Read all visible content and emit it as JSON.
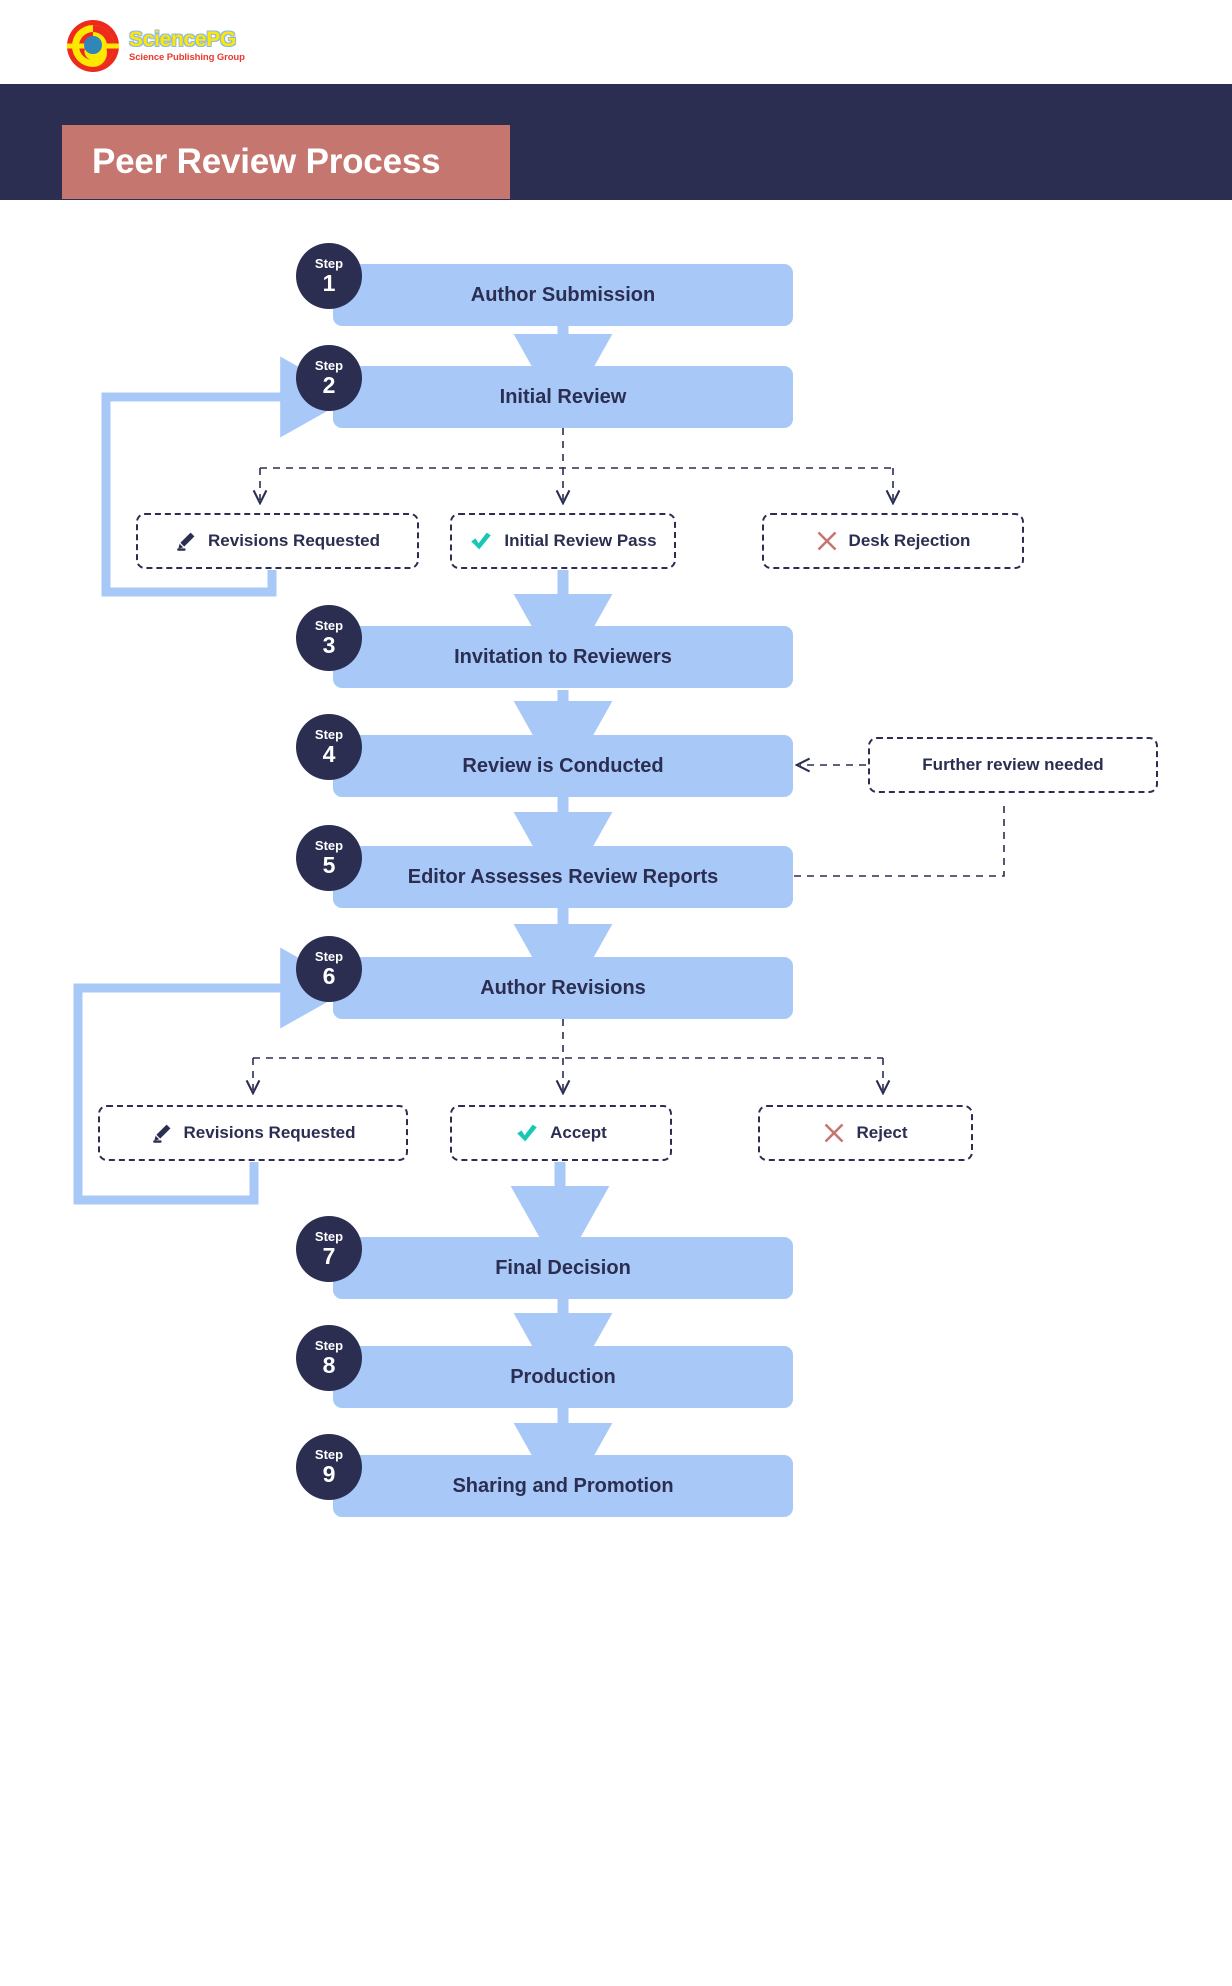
{
  "brand": {
    "logo_icon": "sciencepg-logo-icon",
    "name": "SciencePG",
    "tagline": "Science Publishing Group"
  },
  "header": {
    "title": "Peer Review Process",
    "band_color": "#2b2e51",
    "title_block_color": "#c4766f"
  },
  "colors": {
    "step_box": "#a8c8f8",
    "badge": "#2b2e51",
    "arrow": "#a8c8f8",
    "dashed": "#2b2e51",
    "accept": "#18c8b4",
    "reject": "#c4766f"
  },
  "chart_data": {
    "type": "diagram",
    "title": "Peer Review Process",
    "nodes": [
      {
        "id": "s1",
        "kind": "step",
        "step_word": "Step",
        "step_number": "1",
        "label": "Author Submission"
      },
      {
        "id": "s2",
        "kind": "step",
        "step_word": "Step",
        "step_number": "2",
        "label": "Initial Review"
      },
      {
        "id": "d1a",
        "kind": "decision",
        "icon": "pencil-icon",
        "label": "Revisions Requested"
      },
      {
        "id": "d1b",
        "kind": "decision",
        "icon": "check-icon",
        "label": "Initial Review Pass"
      },
      {
        "id": "d1c",
        "kind": "decision",
        "icon": "cross-icon",
        "label": "Desk Rejection"
      },
      {
        "id": "s3",
        "kind": "step",
        "step_word": "Step",
        "step_number": "3",
        "label": "Invitation to Reviewers"
      },
      {
        "id": "s4",
        "kind": "step",
        "step_word": "Step",
        "step_number": "4",
        "label": "Review is Conducted"
      },
      {
        "id": "n1",
        "kind": "note",
        "label": "Further review needed"
      },
      {
        "id": "s5",
        "kind": "step",
        "step_word": "Step",
        "step_number": "5",
        "label": "Editor Assesses Review Reports"
      },
      {
        "id": "s6",
        "kind": "step",
        "step_word": "Step",
        "step_number": "6",
        "label": "Author Revisions"
      },
      {
        "id": "d2a",
        "kind": "decision",
        "icon": "pencil-icon",
        "label": "Revisions Requested"
      },
      {
        "id": "d2b",
        "kind": "decision",
        "icon": "check-icon",
        "label": "Accept"
      },
      {
        "id": "d2c",
        "kind": "decision",
        "icon": "cross-icon",
        "label": "Reject"
      },
      {
        "id": "s7",
        "kind": "step",
        "step_word": "Step",
        "step_number": "7",
        "label": "Final Decision"
      },
      {
        "id": "s8",
        "kind": "step",
        "step_word": "Step",
        "step_number": "8",
        "label": "Production"
      },
      {
        "id": "s9",
        "kind": "step",
        "step_word": "Step",
        "step_number": "9",
        "label": "Sharing and Promotion"
      }
    ],
    "edges": [
      {
        "from": "s1",
        "to": "s2",
        "style": "solid-arrow"
      },
      {
        "from": "s2",
        "to": "d1a",
        "style": "dashed-arrow"
      },
      {
        "from": "s2",
        "to": "d1b",
        "style": "dashed-arrow"
      },
      {
        "from": "s2",
        "to": "d1c",
        "style": "dashed-arrow"
      },
      {
        "from": "d1a",
        "to": "s2",
        "style": "solid-arrow-loop"
      },
      {
        "from": "d1b",
        "to": "s3",
        "style": "solid-arrow"
      },
      {
        "from": "s3",
        "to": "s4",
        "style": "solid-arrow"
      },
      {
        "from": "n1",
        "to": "s4",
        "style": "dashed-arrow"
      },
      {
        "from": "s5",
        "to": "n1",
        "style": "dashed"
      },
      {
        "from": "s4",
        "to": "s5",
        "style": "solid-arrow"
      },
      {
        "from": "s5",
        "to": "s6",
        "style": "solid-arrow"
      },
      {
        "from": "s6",
        "to": "d2a",
        "style": "dashed-arrow"
      },
      {
        "from": "s6",
        "to": "d2b",
        "style": "dashed-arrow"
      },
      {
        "from": "s6",
        "to": "d2c",
        "style": "dashed-arrow"
      },
      {
        "from": "d2a",
        "to": "s6",
        "style": "solid-arrow-loop"
      },
      {
        "from": "d2b",
        "to": "s7",
        "style": "solid-arrow"
      },
      {
        "from": "s7",
        "to": "s8",
        "style": "solid-arrow"
      },
      {
        "from": "s8",
        "to": "s9",
        "style": "solid-arrow"
      }
    ]
  }
}
